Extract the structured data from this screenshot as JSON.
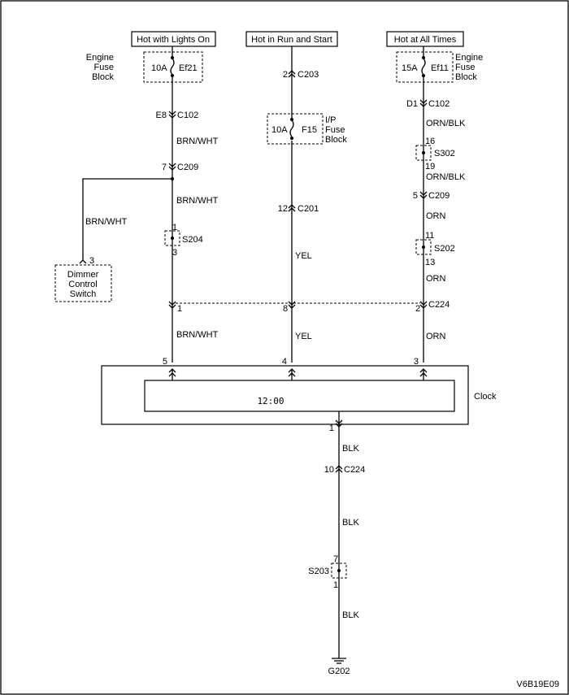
{
  "sources": {
    "lights_on": "Hot with Lights On",
    "run_start": "Hot in Run and Start",
    "all_times": "Hot at All Times"
  },
  "fuses": {
    "ef21": {
      "rating": "10A",
      "name": "Ef21",
      "location": [
        "Engine",
        "Fuse",
        "Block"
      ]
    },
    "f15": {
      "rating": "10A",
      "name": "F15",
      "location": [
        "I/P",
        "Fuse",
        "Block"
      ]
    },
    "ef11": {
      "rating": "15A",
      "name": "Ef11",
      "location": [
        "Engine",
        "Fuse",
        "Block"
      ]
    }
  },
  "connectors": {
    "left_c102": {
      "pin": "E8",
      "name": "C102"
    },
    "left_c209": {
      "pin": "7",
      "name": "C209"
    },
    "mid_c203": {
      "pin": "2",
      "name": "C203"
    },
    "mid_c201": {
      "pin": "12",
      "name": "C201"
    },
    "right_c102": {
      "pin": "D1",
      "name": "C102"
    },
    "right_c209": {
      "pin": "5",
      "name": "C209"
    },
    "c224_top": {
      "pins": [
        "1",
        "8",
        "2"
      ],
      "name": "C224"
    },
    "c224_bottom": {
      "pin": "10",
      "name": "C224"
    }
  },
  "splices": {
    "s204": {
      "name": "S204",
      "pins": [
        "1",
        "3"
      ]
    },
    "s302": {
      "name": "S302",
      "pins": [
        "16",
        "19"
      ]
    },
    "s202": {
      "name": "S202",
      "pins": [
        "11",
        "13"
      ]
    },
    "s203": {
      "name": "S203",
      "pins": [
        "7",
        "1"
      ]
    }
  },
  "wires": {
    "brn_wht": "BRN/WHT",
    "yel": "YEL",
    "orn_blk": "ORN/BLK",
    "orn": "ORN",
    "blk": "BLK"
  },
  "dimmer": {
    "pin": "3",
    "label": [
      "Dimmer",
      "Control",
      "Switch"
    ]
  },
  "clock": {
    "label": "Clock",
    "display": "12:00",
    "pins": {
      "left": "5",
      "mid": "4",
      "right": "3",
      "bottom": "1"
    }
  },
  "ground": "G202",
  "figure_id": "V6B19E09"
}
